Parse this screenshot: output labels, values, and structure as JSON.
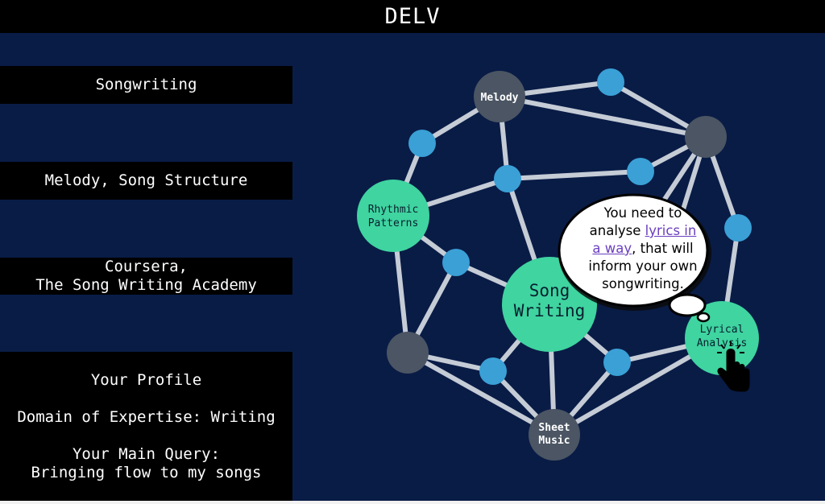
{
  "title": "DELV",
  "panels": {
    "topic": "Songwriting",
    "skills": "Melody, Song Structure",
    "sources_line1": "Coursera,",
    "sources_line2": "The Song Writing Academy",
    "profile_heading": "Your Profile",
    "profile_domain": "Domain of Expertise: Writing",
    "profile_query_label": "Your Main Query:",
    "profile_query_value": "Bringing flow to my songs"
  },
  "graph": {
    "nodes": {
      "melody": "Melody",
      "rhythmic_1": "Rhythmic",
      "rhythmic_2": "Patterns",
      "song_1": "Song",
      "song_2": "Writing",
      "sheet_1": "Sheet",
      "sheet_2": "Music",
      "lyrical_1": "Lyrical",
      "lyrical_2": "Analysis"
    }
  },
  "bubble": {
    "line1": "You need to",
    "line2_pre": "analyse ",
    "line2_link": "lyrics in",
    "line3_link": "a way",
    "line3_post": ", that will",
    "line4": "inform your own",
    "line5": "songwriting."
  },
  "colors": {
    "background": "#091c46",
    "edge": "#c5ccd6",
    "dark_node": "#4b5563",
    "blue_node": "#3aa0d6",
    "green_node": "#3fd4a0",
    "link": "#6b3fbf"
  }
}
